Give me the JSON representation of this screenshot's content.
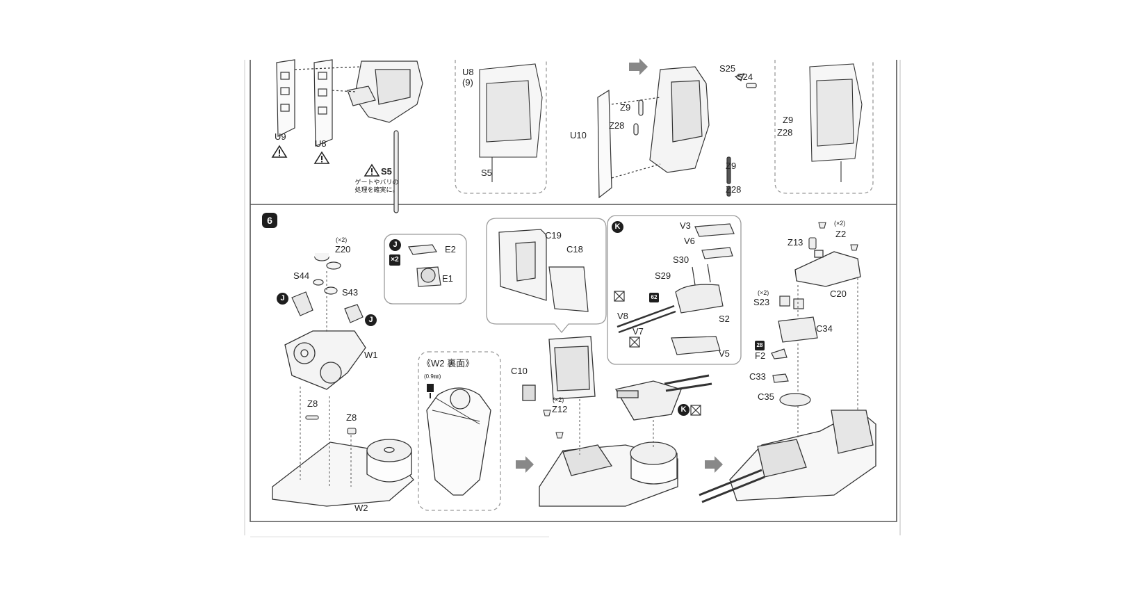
{
  "step6": {
    "number": "6"
  },
  "top": {
    "u9": "U9",
    "u8": "U8",
    "s5_warn": "S5",
    "jp_note_line1": "ゲートやバリの",
    "jp_note_line2": "処理を確実に。",
    "box1": {
      "u8": "U8",
      "u8_count": "(9)",
      "s5": "S5"
    },
    "main": {
      "s25": "S25",
      "s24": "S24",
      "z9_a": "Z9",
      "z28_a": "Z28",
      "u10": "U10",
      "z9_b": "Z9",
      "z28_b": "Z28"
    },
    "box2": {
      "z9": "Z9",
      "z28": "Z28"
    }
  },
  "left": {
    "z20_qty": "(×2)",
    "z20": "Z20",
    "s44": "S44",
    "s43": "S43",
    "j_left": "J",
    "j_right": "J",
    "w1": "W1",
    "z8_a": "Z8",
    "z8_b": "Z8",
    "w2": "W2"
  },
  "jbox": {
    "badge": "J",
    "qty": "×2",
    "e2": "E2",
    "e1": "E1"
  },
  "w2back": {
    "title": "《W2 裏面》",
    "drill": "(0.9㎜)"
  },
  "center": {
    "c19": "C19",
    "c18": "C18",
    "c10": "C10",
    "z12_qty": "(×2)",
    "z12": "Z12"
  },
  "kbox": {
    "badge": "K",
    "v3": "V3",
    "v6": "V6",
    "s30": "S30",
    "s29": "S29",
    "tag62": "62",
    "v8": "V8",
    "s2": "S2",
    "v7": "V7",
    "v5": "V5"
  },
  "turret_k": "K",
  "right": {
    "z2_qty": "(×2)",
    "z2": "Z2",
    "z13": "Z13",
    "c20": "C20",
    "s23_qty": "(×2)",
    "s23": "S23",
    "c34": "C34",
    "tag28": "28",
    "f2": "F2",
    "c33": "C33",
    "c35": "C35"
  }
}
